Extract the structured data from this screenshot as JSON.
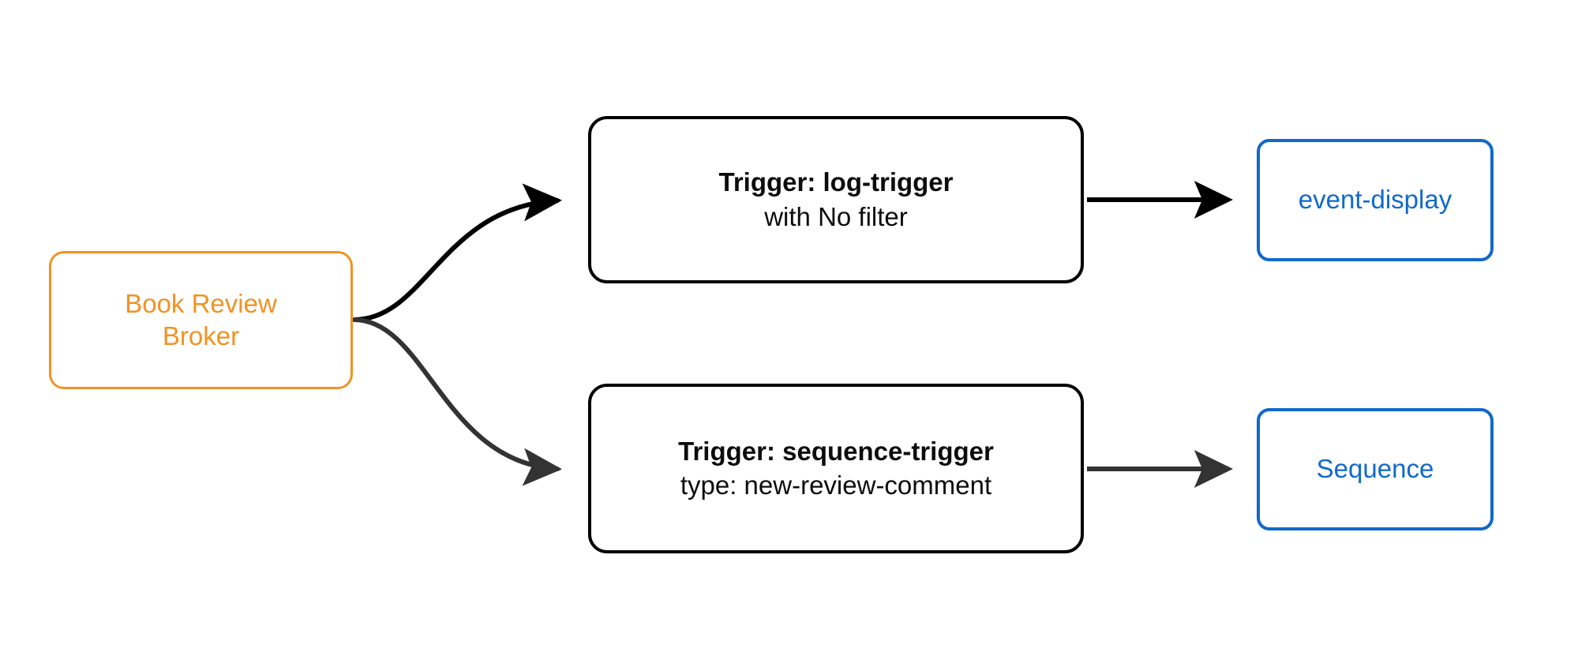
{
  "diagram": {
    "type": "event-broker-trigger-flow",
    "background_color": "#ffffff",
    "colors": {
      "broker_accent": "#F29222",
      "trigger_outline": "#000000",
      "target_accent": "#1069CB",
      "edge_primary": "#000000",
      "edge_secondary": "#333333"
    },
    "nodes": {
      "broker": {
        "id": "book-review-broker",
        "line1": "Book Review",
        "line2": "Broker",
        "shape": "rounded-rect",
        "color": "#F29222"
      },
      "trigger_log": {
        "id": "log-trigger",
        "title": "Trigger: log-trigger",
        "subtitle": "with No filter",
        "shape": "rounded-rect",
        "color": "#000000"
      },
      "trigger_sequence": {
        "id": "sequence-trigger",
        "title": "Trigger: sequence-trigger",
        "subtitle": "type: new-review-comment",
        "shape": "rounded-rect",
        "color": "#000000"
      },
      "target_event_display": {
        "id": "event-display",
        "label": "event-display",
        "shape": "rounded-rect",
        "color": "#1069CB"
      },
      "target_sequence": {
        "id": "sequence",
        "label": "Sequence",
        "shape": "rounded-rect",
        "color": "#1069CB"
      }
    },
    "edges": [
      {
        "id": "broker-to-log-trigger",
        "from": "book-review-broker",
        "to": "log-trigger",
        "style": "curved",
        "color": "#000000",
        "arrowhead": "solid"
      },
      {
        "id": "broker-to-sequence-trigger",
        "from": "book-review-broker",
        "to": "sequence-trigger",
        "style": "curved",
        "color": "#333333",
        "arrowhead": "solid"
      },
      {
        "id": "log-trigger-to-event-display",
        "from": "log-trigger",
        "to": "event-display",
        "style": "straight",
        "color": "#000000",
        "arrowhead": "solid"
      },
      {
        "id": "sequence-trigger-to-sequence",
        "from": "sequence-trigger",
        "to": "sequence",
        "style": "straight",
        "color": "#333333",
        "arrowhead": "solid"
      }
    ]
  }
}
